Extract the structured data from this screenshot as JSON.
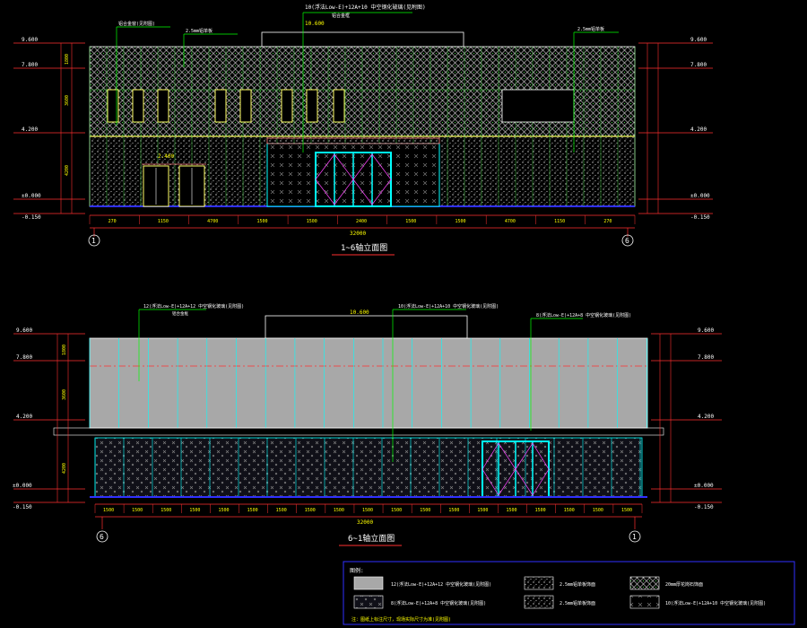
{
  "colors": {
    "background": "#000000",
    "dimension": "#ff3030",
    "dim_text": "#ffff00",
    "facade_green": "#44cc44",
    "window_yellow": "#ffff66",
    "door_cyan": "#00ffff",
    "glass_grey": "#a8a8a8",
    "legend_border": "#3030ff",
    "leader": "#00ff00",
    "white": "#ffffff"
  },
  "elevation_top": {
    "title": "1~6轴立面图",
    "top_note_main": "10(浮法Low-E)+12A+10 中空钢化玻璃(见附图)",
    "top_note_sub": "铝合金框",
    "note_left": "铝合金窗(见附图)",
    "note_mid": "2.5mm铝单板",
    "note_right": "2.5mm铝单板",
    "parapet_level": "10.600",
    "left_levels": [
      "9.600",
      "7.800",
      "4.200",
      "±0.000",
      "-0.150"
    ],
    "right_levels": [
      "9.600",
      "7.800",
      "4.200",
      "±0.000",
      "-0.150"
    ],
    "left_dims": [
      "1800",
      "3600",
      "4200"
    ],
    "total_length": "32000",
    "axis_start": "1",
    "axis_end": "6",
    "bottom_dims": [
      "270",
      "1150",
      "4700",
      "1500",
      "1500",
      "2400",
      "1500",
      "1500",
      "4700",
      "1150",
      "270"
    ],
    "door_level": "2.400"
  },
  "elevation_bottom": {
    "title": "6~1轴立面图",
    "note_left": "12(浮法Low-E)+12A+12 中空钢化玻璃(见附图)",
    "note_mid": "10(浮法Low-E)+12A+10 中空钢化玻璃(见附图)",
    "note_right": "8(浮法Low-E)+12A+8 中空钢化玻璃(见附图)",
    "note_sub": "铝合金框",
    "parapet_level": "10.600",
    "left_levels": [
      "9.600",
      "7.800",
      "4.200",
      "±0.000",
      "-0.150"
    ],
    "right_levels": [
      "9.600",
      "7.800",
      "4.200",
      "±0.000",
      "-0.150"
    ],
    "left_dims": [
      "1800",
      "3600",
      "4200"
    ],
    "total_length": "32000",
    "axis_start": "6",
    "axis_end": "1",
    "bottom_dims": [
      "1500",
      "1500",
      "1500",
      "1500",
      "1500",
      "1500",
      "1500",
      "1500",
      "1500",
      "1500",
      "1500",
      "1500",
      "1500",
      "1500",
      "1500",
      "1500",
      "1500",
      "1500",
      "1500"
    ]
  },
  "legend": {
    "title": "图例:",
    "items": [
      {
        "pattern": "solid-grey",
        "label": "12(浮法Low-E)+12A+12 中空钢化玻璃(见附图)"
      },
      {
        "pattern": "dots-dense",
        "label": "2.5mm铝单板饰面"
      },
      {
        "pattern": "dots-sparse",
        "label": "20mm厚花岗石饰面"
      },
      {
        "pattern": "cross-grey",
        "label": "8(浮法Low-E)+12A+8 中空钢化玻璃(见附图)"
      },
      {
        "pattern": "dots-fine",
        "label": "2.5mm铝单板饰面"
      },
      {
        "pattern": "cross-dark",
        "label": "10(浮法Low-E)+12A+10 中空钢化玻璃(见附图)"
      }
    ],
    "footnote": "注：图纸上标注尺寸，现场实际尺寸为准(见附图)"
  }
}
